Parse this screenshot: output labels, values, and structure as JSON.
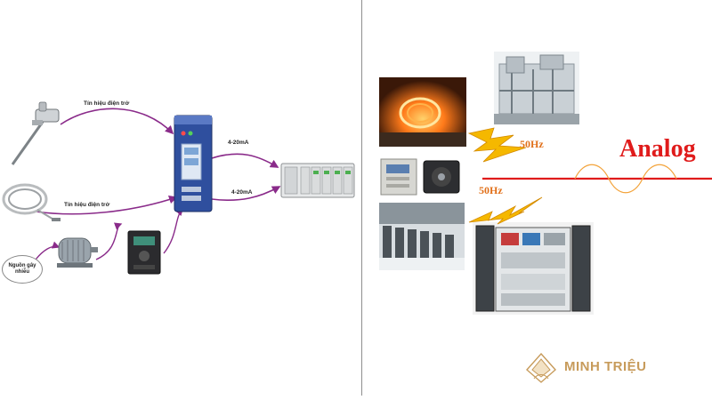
{
  "left_diagram": {
    "signal_resistance_top": "Tín hiệu điện trở",
    "signal_resistance_bottom": "Tín hiệu điện trở",
    "output_top": "4-20mA",
    "output_bottom": "4-20mA",
    "noise_source": "Nguồn gây nhiễu"
  },
  "right_diagram": {
    "freq_top": "50Hz",
    "freq_bottom": "50Hz",
    "analog_label": "Analog"
  },
  "brand": {
    "name": "MINH TRIỆU"
  },
  "colors": {
    "arrow": "#8a2b8a",
    "analog_red": "#e01b1b",
    "lightning": "#f5b800",
    "freq_orange": "#e1701a",
    "brand_gold": "#c79b5b",
    "module_blue": "#2f4f9e"
  }
}
